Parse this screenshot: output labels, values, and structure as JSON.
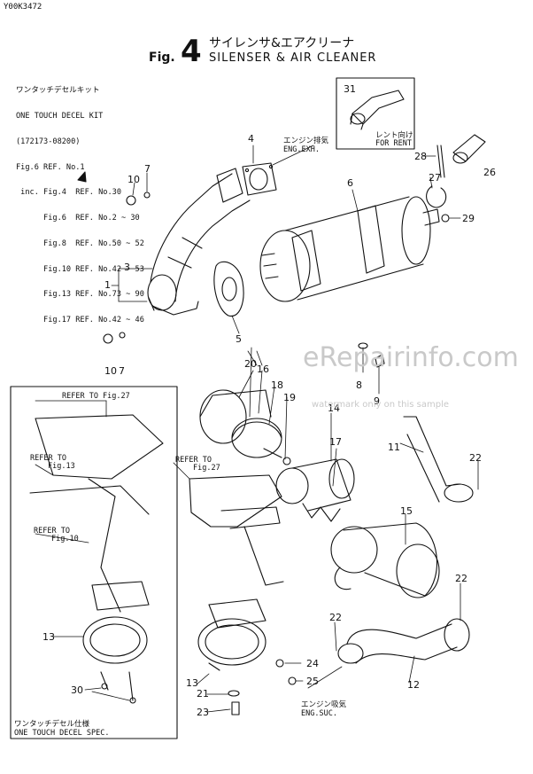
{
  "doc_code": "Y00K3472",
  "title": {
    "fig_prefix": "Fig.",
    "fig_number": "4",
    "jp": "サイレンサ&エアクリーナ",
    "en": "SILENSER & AIR CLEANER"
  },
  "kit_note": {
    "lines": [
      "ワンタッチデセルキット",
      "ONE TOUCH DECEL KIT",
      "(172173-08200)",
      "Fig.6 REF. No.1",
      " inc. Fig.4  REF. No.30",
      "      Fig.6  REF. No.2 ~ 30",
      "      Fig.8  REF. No.50 ~ 52",
      "      Fig.10 REF. No.42 ~ 53",
      "      Fig.13 REF. No.73 ~ 90",
      "      Fig.17 REF. No.42 ~ 46"
    ]
  },
  "watermark": {
    "main": "eRepairinfo.com",
    "sub": "watermark only on this sample"
  },
  "annotations": {
    "eng_exh_jp": "エンジン排気",
    "eng_exh_en": "ENG.EXH.",
    "for_rent_jp": "レント向け",
    "for_rent_en": "FOR RENT",
    "eng_suc_jp": "エンジン吸気",
    "eng_suc_en": "ENG.SUC.",
    "refer_fig27_a": "REFER TO Fig.27",
    "refer_fig13_l1": "REFER TO",
    "refer_fig13_l2": "Fig.13",
    "refer_fig10_l1": "REFER TO",
    "refer_fig10_l2": "Fig.10",
    "refer_fig27_b_l1": "REFER TO",
    "refer_fig27_b_l2": "Fig.27",
    "spec_jp": "ワンタッチデセル仕様",
    "spec_en": "ONE TOUCH DECEL SPEC."
  },
  "callouts": {
    "c1": "1",
    "c3": "3",
    "c4": "4",
    "c5": "5",
    "c6": "6",
    "c7a": "7",
    "c7b": "7",
    "c8": "8",
    "c9": "9",
    "c10a": "10",
    "c10b": "10",
    "c11": "11",
    "c12": "12",
    "c13a": "13",
    "c13b": "13",
    "c14": "14",
    "c15": "15",
    "c16": "16",
    "c17": "17",
    "c18": "18",
    "c19": "19",
    "c20": "20",
    "c21": "21",
    "c22a": "22",
    "c22b": "22",
    "c22c": "22",
    "c23": "23",
    "c24": "24",
    "c25": "25",
    "c26": "26",
    "c27": "27",
    "c28": "28",
    "c29": "29",
    "c30": "30",
    "c31": "31"
  }
}
